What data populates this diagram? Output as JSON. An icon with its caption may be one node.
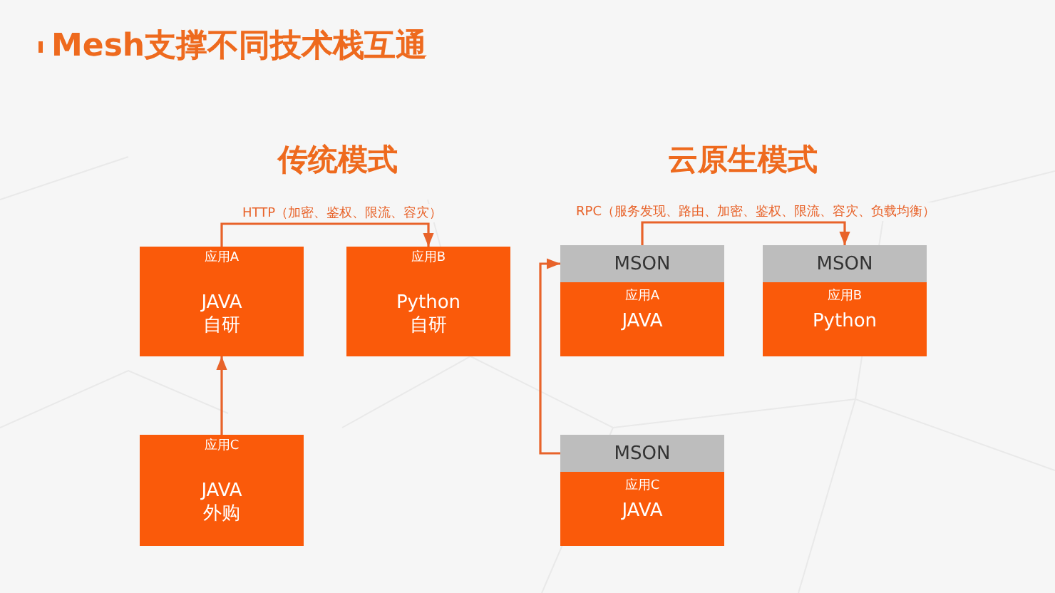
{
  "diagram": {
    "title": "Mesh支撑不同技术栈互通",
    "nodes": [
      {
        "text": [
          "应用A",
          "JAVA",
          "自研"
        ]
      },
      {
        "text": [
          "应用B",
          "Python",
          "自研"
        ]
      },
      {
        "text": [
          "应用C",
          "JAVA",
          "外购"
        ]
      },
      {
        "text": [
          "MSON"
        ]
      },
      {
        "text": [
          "应用A",
          "JAVA"
        ]
      },
      {
        "text": [
          "MSON"
        ]
      },
      {
        "text": [
          "应用B",
          "Python"
        ]
      },
      {
        "text": [
          "MSON"
        ]
      },
      {
        "text": [
          "应用C",
          "JAVA"
        ]
      }
    ],
    "edges": [
      {
        "from": 0,
        "to": 1,
        "arrow": "to",
        "label": "HTTP（加密、鉴权、限流、容灾）"
      },
      {
        "from": 2,
        "to": 0,
        "arrow": "to"
      },
      {
        "from": 3,
        "to": 5,
        "arrow": "to",
        "label": "RPC（服务发现、路由、加密、鉴权、限流、容灾、负载均衡）"
      },
      {
        "from": 7,
        "to": 3,
        "arrow": "to"
      }
    ],
    "labels": [
      "传统模式",
      "云原生模式"
    ]
  }
}
